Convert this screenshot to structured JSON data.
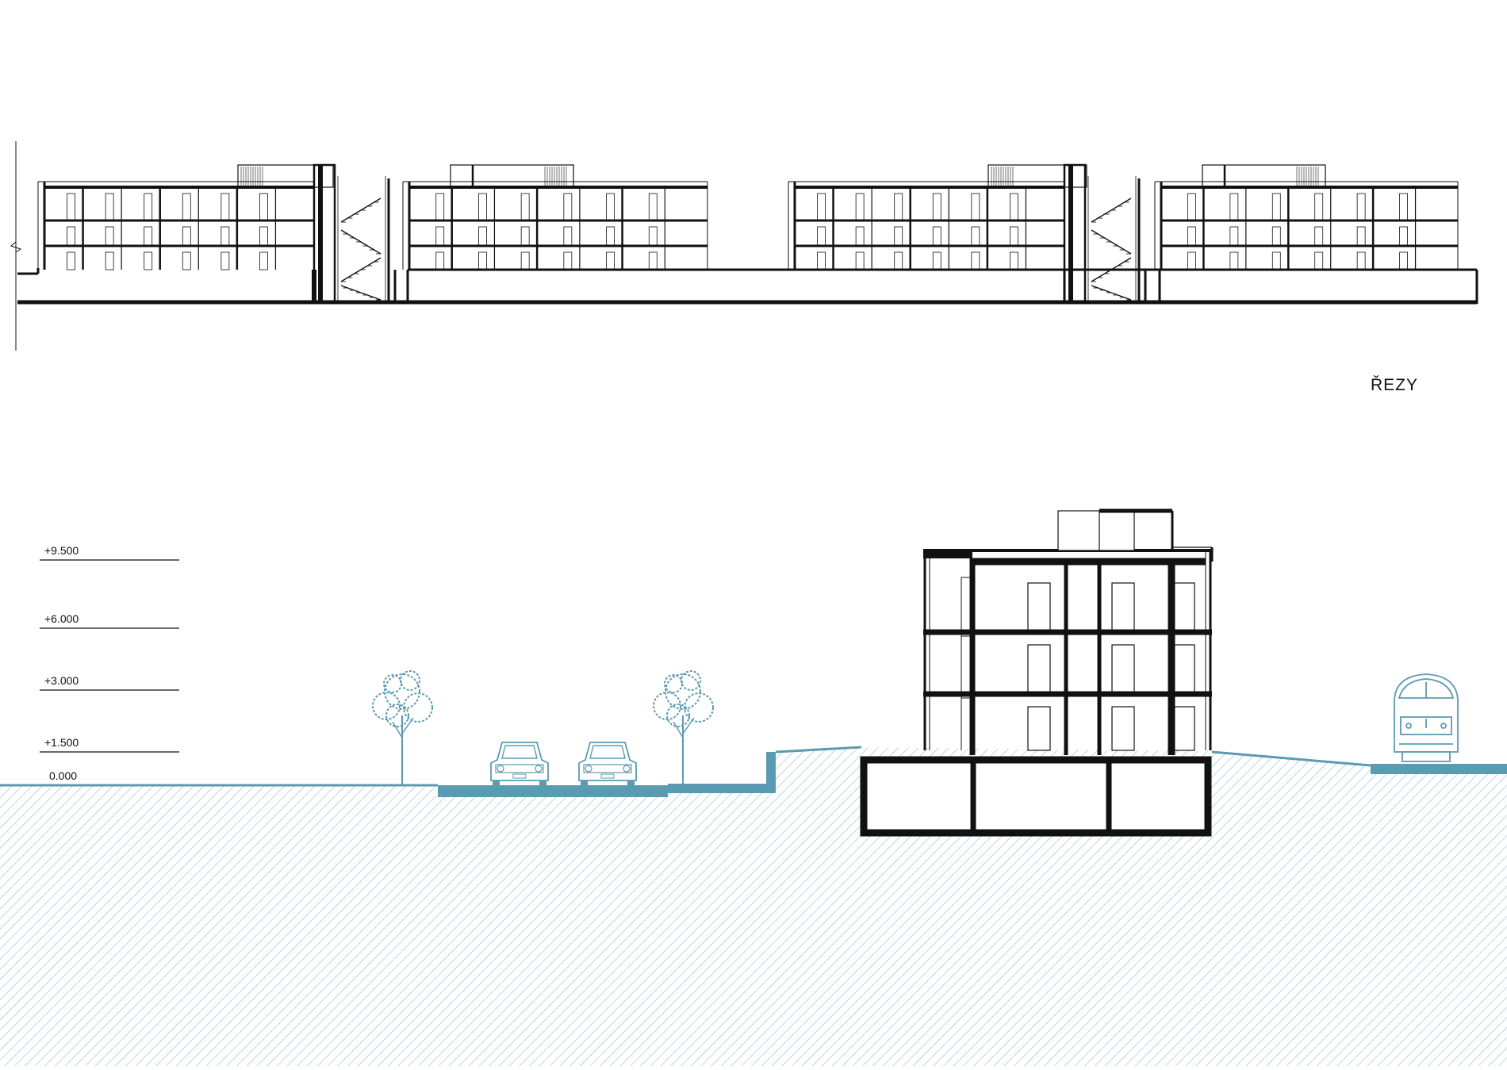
{
  "sheet_title": "ŘEZY",
  "level_marks": [
    {
      "label": "+9.500"
    },
    {
      "label": "+6.000"
    },
    {
      "label": "+3.000"
    },
    {
      "label": "+1.500"
    },
    {
      "label": "0.000"
    }
  ],
  "colors": {
    "line": "#111111",
    "accent": "#5b9bb2",
    "hatch": "#8fbdcc"
  },
  "icons": [
    "tree-icon",
    "car-icon",
    "train-icon"
  ]
}
